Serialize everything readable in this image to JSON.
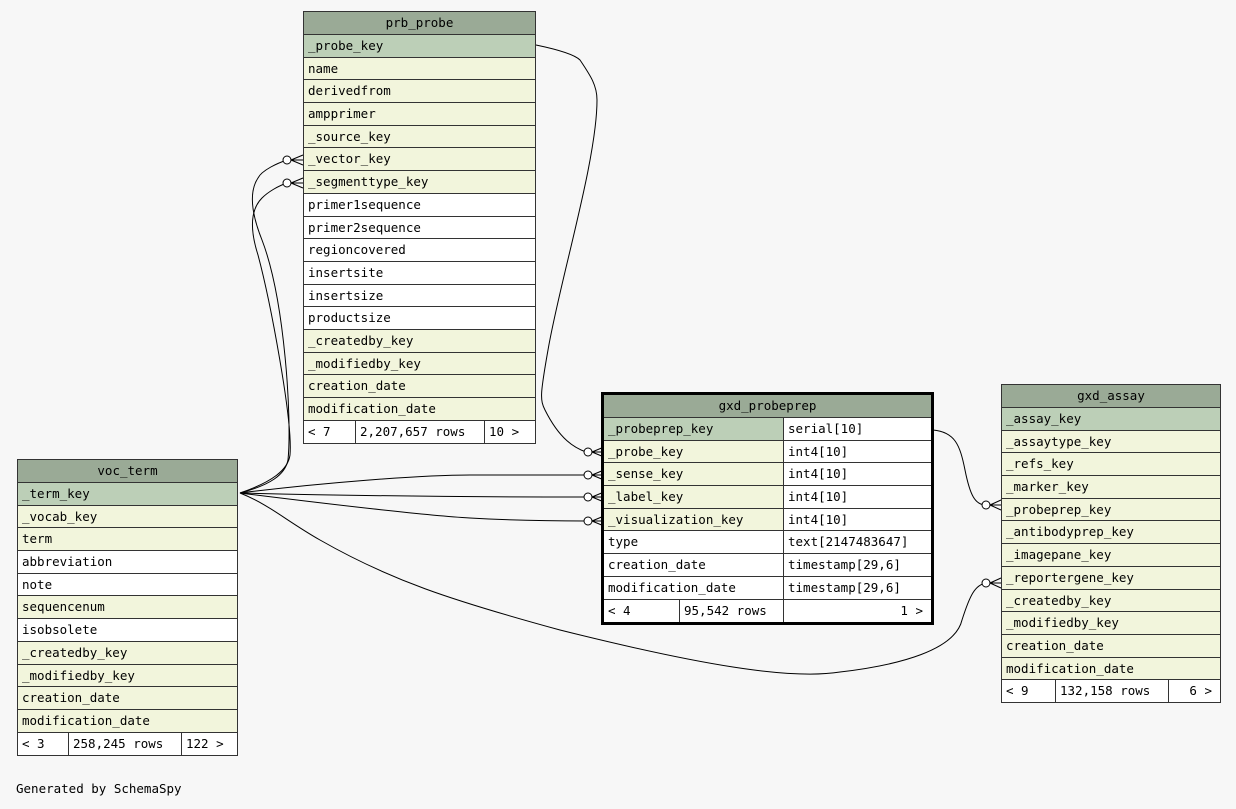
{
  "tables": {
    "prb_probe": {
      "title": "prb_probe",
      "rows": [
        "_probe_key",
        "name",
        "derivedfrom",
        "ampprimer",
        "_source_key",
        "_vector_key",
        "_segmenttype_key",
        "primer1sequence",
        "primer2sequence",
        "regioncovered",
        "insertsite",
        "insertsize",
        "productsize",
        "_createdby_key",
        "_modifiedby_key",
        "creation_date",
        "modification_date"
      ],
      "footer": {
        "parents": "< 7",
        "rows": "2,207,657 rows",
        "children": "10 >"
      }
    },
    "voc_term": {
      "title": "voc_term",
      "rows": [
        "_term_key",
        "_vocab_key",
        "term",
        "abbreviation",
        "note",
        "sequencenum",
        "isobsolete",
        "_createdby_key",
        "_modifiedby_key",
        "creation_date",
        "modification_date"
      ],
      "footer": {
        "parents": "< 3",
        "rows": "258,245 rows",
        "children": "122 >"
      }
    },
    "gxd_probeprep": {
      "title": "gxd_probeprep",
      "rows": [
        {
          "name": "_probeprep_key",
          "type": "serial[10]"
        },
        {
          "name": "_probe_key",
          "type": "int4[10]"
        },
        {
          "name": "_sense_key",
          "type": "int4[10]"
        },
        {
          "name": "_label_key",
          "type": "int4[10]"
        },
        {
          "name": "_visualization_key",
          "type": "int4[10]"
        },
        {
          "name": "type",
          "type": "text[2147483647]"
        },
        {
          "name": "creation_date",
          "type": "timestamp[29,6]"
        },
        {
          "name": "modification_date",
          "type": "timestamp[29,6]"
        }
      ],
      "footer": {
        "parents": "< 4",
        "rows": "95,542 rows",
        "children": "1 >"
      }
    },
    "gxd_assay": {
      "title": "gxd_assay",
      "rows": [
        "_assay_key",
        "_assaytype_key",
        "_refs_key",
        "_marker_key",
        "_probeprep_key",
        "_antibodyprep_key",
        "_imagepane_key",
        "_reportergene_key",
        "_createdby_key",
        "_modifiedby_key",
        "creation_date",
        "modification_date"
      ],
      "footer": {
        "parents": "< 9",
        "rows": "132,158 rows",
        "children": "6 >"
      }
    }
  },
  "generated_by": "Generated by SchemaSpy"
}
